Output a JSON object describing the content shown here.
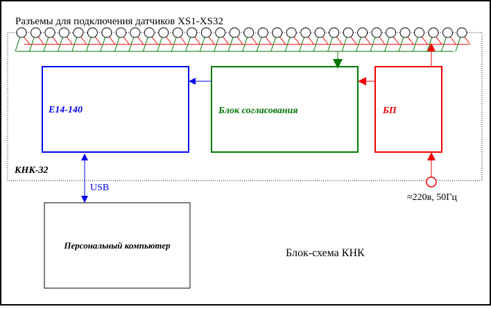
{
  "connectors_label": "Разъемы для подключения датчиков XS1-XS32",
  "connector_count": 32,
  "blocks": {
    "adc": "E14-140",
    "matching": "Блок согласования",
    "power": "БП",
    "pc": "Персональный компьютер"
  },
  "enclosure_label": "КНК-32",
  "usb_label": "USB",
  "mains_label": "≈220в, 50Гц",
  "diagram_title": "Блок-схема КНК",
  "colors": {
    "adc": "#0000ee",
    "matching": "#007700",
    "power": "#ee0000",
    "connectors": "#000000"
  }
}
